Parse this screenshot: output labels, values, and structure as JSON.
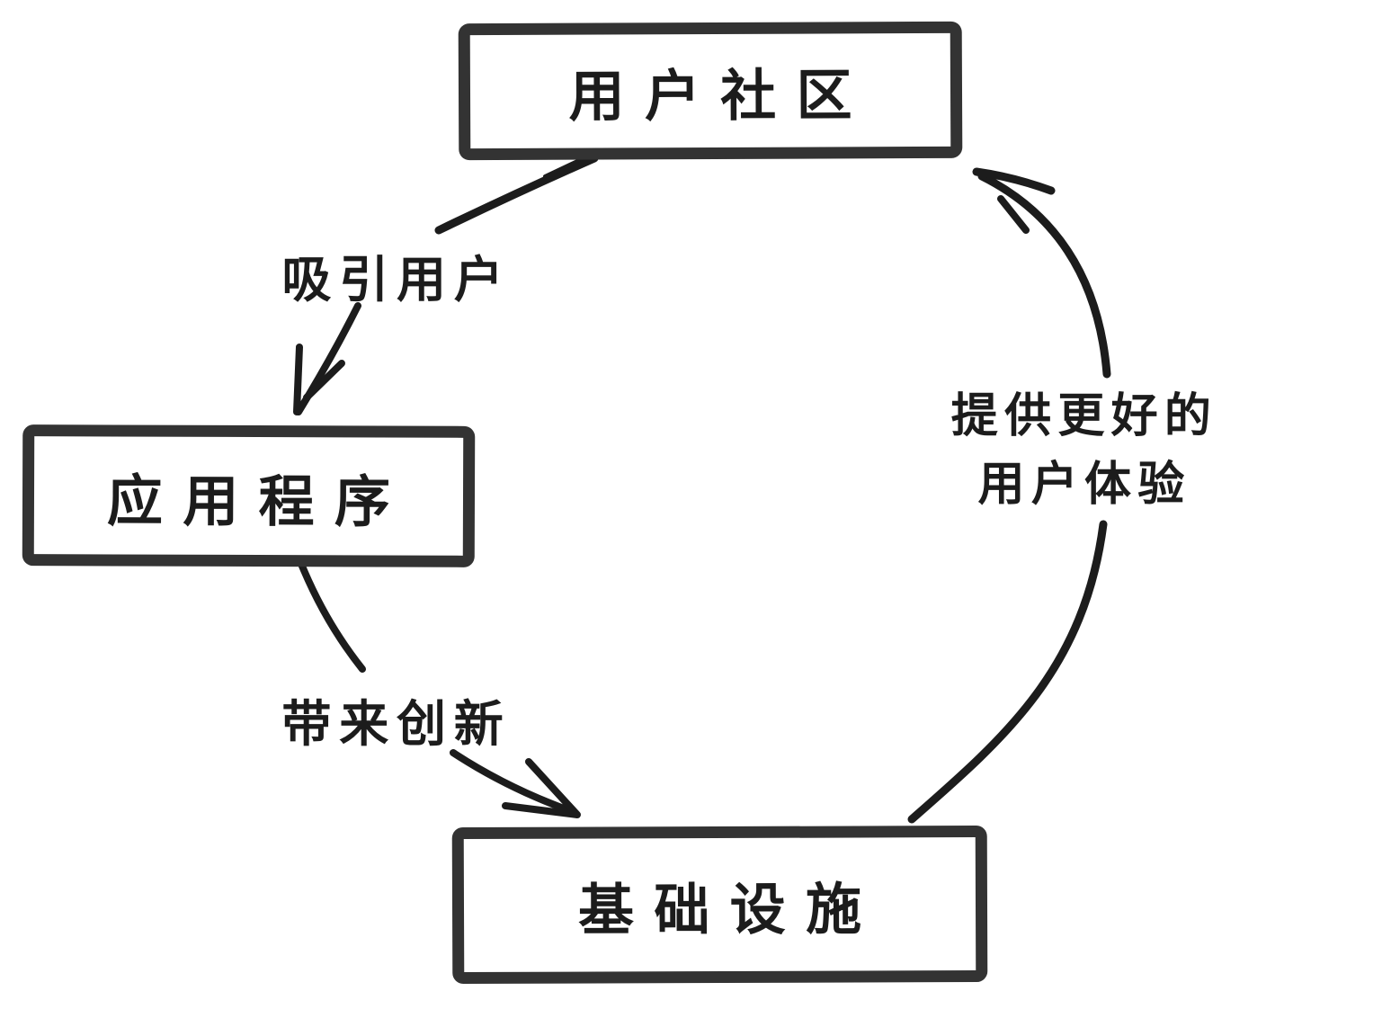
{
  "page": {
    "background": "#ffffff"
  },
  "diagram": {
    "type": "cycle-flow",
    "style": "hand-drawn sketch, black ink on white",
    "colors": {
      "ink": "#1c1c1c",
      "box_border": "#333333",
      "box_fill": "#ffffff"
    },
    "nodes": [
      {
        "id": "user-community",
        "label": "用户社区"
      },
      {
        "id": "application",
        "label": "应用程序"
      },
      {
        "id": "infrastructure",
        "label": "基础设施"
      }
    ],
    "edges": [
      {
        "from": "user-community",
        "to": "application",
        "label": "吸引用户",
        "label_lines": [
          "吸引用户"
        ]
      },
      {
        "from": "application",
        "to": "infrastructure",
        "label": "带来创新",
        "label_lines": [
          "带来创新"
        ]
      },
      {
        "from": "infrastructure",
        "to": "user-community",
        "label": "提供更好的用户体验",
        "label_lines": [
          "提供更好的",
          "用户体验"
        ]
      }
    ]
  }
}
